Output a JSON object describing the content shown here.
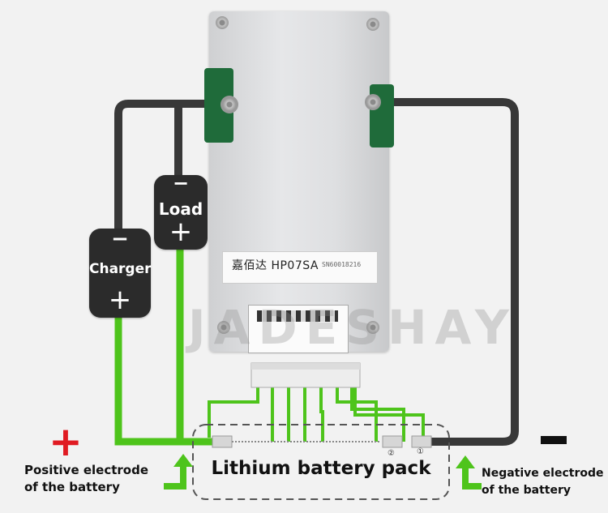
{
  "board": {
    "model_label": "嘉佰达 HP07SA",
    "serial": "SN60018216"
  },
  "watermark": "JADESHAY",
  "charger": {
    "label": "Charger",
    "minus": "−",
    "plus": "+"
  },
  "load": {
    "label": "Load",
    "minus": "−",
    "plus": "+"
  },
  "battery_pack": {
    "label": "Lithium battery pack",
    "marker_2": "②",
    "marker_1": "①"
  },
  "positive": {
    "sign": "+",
    "line1": "Positive electrode",
    "line2": "of the battery"
  },
  "negative": {
    "line1": "Negative electrode",
    "line2": "of the battery"
  },
  "colors": {
    "wire_dark": "#383838",
    "wire_green": "#4ec41b",
    "positive_sign": "#e01b22",
    "badge_bg": "#2b2b2b"
  }
}
